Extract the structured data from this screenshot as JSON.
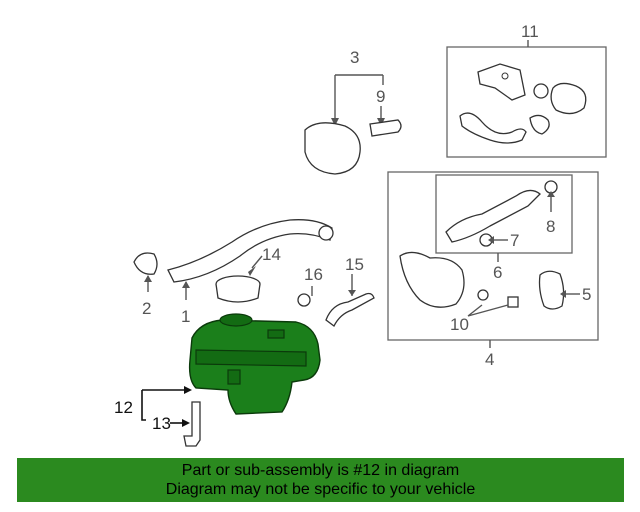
{
  "callouts": {
    "c1": "1",
    "c2": "2",
    "c3": "3",
    "c4": "4",
    "c5": "5",
    "c6": "6",
    "c7": "7",
    "c8": "8",
    "c9": "9",
    "c10": "10",
    "c11": "11",
    "c12": "12",
    "c13": "13",
    "c14": "14",
    "c15": "15",
    "c16": "16"
  },
  "highlight_color": "#1b7f1b",
  "footer": {
    "line1": "Part or sub-assembly is #12 in diagram",
    "line2": "Diagram may not be specific to your vehicle",
    "background": "#2b8a1f"
  }
}
